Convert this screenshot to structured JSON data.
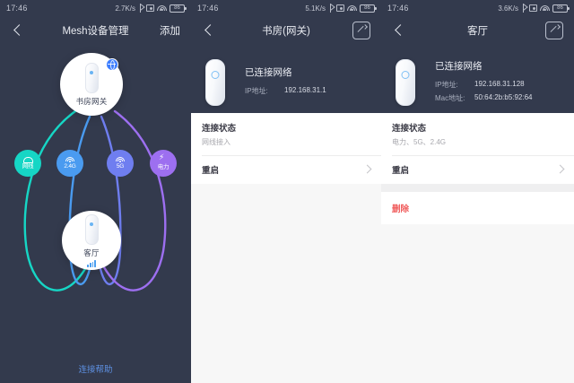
{
  "panels": [
    {
      "status": {
        "time": "17:46",
        "speed": "2.7K/s",
        "battery": "86",
        "bluetooth_icon": "bluetooth-icon",
        "alarm_icon": "alarm-icon",
        "wifi_icon": "wifi-icon"
      },
      "nav": {
        "back_icon": "back-chevron-icon",
        "title": "Mesh设备管理",
        "action": "添加"
      },
      "topology": {
        "top_node": {
          "label": "书房网关",
          "badge_icon": "globe-badge-icon",
          "device_icon": "router-device-icon"
        },
        "bottom_node": {
          "label": "客厅",
          "device_icon": "router-device-icon",
          "signal_icon": "signal-bars-icon"
        },
        "links": [
          {
            "label": "网线",
            "icon": "cable-icon",
            "color": "#16d6c5"
          },
          {
            "label": "2.4G",
            "icon": "wifi-icon",
            "color": "#4a9bf0"
          },
          {
            "label": "5G",
            "icon": "wifi-icon",
            "color": "#6f7ef0"
          },
          {
            "label": "电力",
            "icon": "bolt-icon",
            "color": "#9d6ff0"
          }
        ],
        "help_link": "连接帮助"
      }
    },
    {
      "status": {
        "time": "17:46",
        "speed": "5.1K/s",
        "battery": "86",
        "bluetooth_icon": "bluetooth-icon",
        "alarm_icon": "alarm-icon",
        "wifi_icon": "wifi-icon"
      },
      "nav": {
        "back_icon": "back-chevron-icon",
        "title": "书房(网关)",
        "edit_icon": "edit-pencil-icon"
      },
      "device": {
        "device_icon": "router-device-icon",
        "status": "已连接网络",
        "fields": [
          {
            "key": "IP地址:",
            "value": "192.168.31.1"
          }
        ]
      },
      "rows": [
        {
          "title": "连接状态",
          "sub": "网线接入",
          "chevron": false
        },
        {
          "title": "重启",
          "chevron": true
        }
      ],
      "delete_label": null
    },
    {
      "status": {
        "time": "17:46",
        "speed": "3.6K/s",
        "battery": "86",
        "bluetooth_icon": "bluetooth-icon",
        "alarm_icon": "alarm-icon",
        "wifi_icon": "wifi-icon"
      },
      "nav": {
        "back_icon": "back-chevron-icon",
        "title": "客厅",
        "edit_icon": "edit-pencil-icon"
      },
      "device": {
        "device_icon": "router-device-icon",
        "status": "已连接网络",
        "fields": [
          {
            "key": "IP地址:",
            "value": "192.168.31.128"
          },
          {
            "key": "Mac地址:",
            "value": "50:64:2b:b5:92:64"
          }
        ]
      },
      "rows": [
        {
          "title": "连接状态",
          "sub": "电力、5G、2.4G",
          "chevron": false
        },
        {
          "title": "重启",
          "chevron": true
        }
      ],
      "delete_label": "删除"
    }
  ],
  "colors": {
    "background": "#333a4d",
    "card": "#ffffff",
    "card_gap": "#efeff0",
    "link": "#5d8fe0",
    "danger": "#f05a5a"
  }
}
